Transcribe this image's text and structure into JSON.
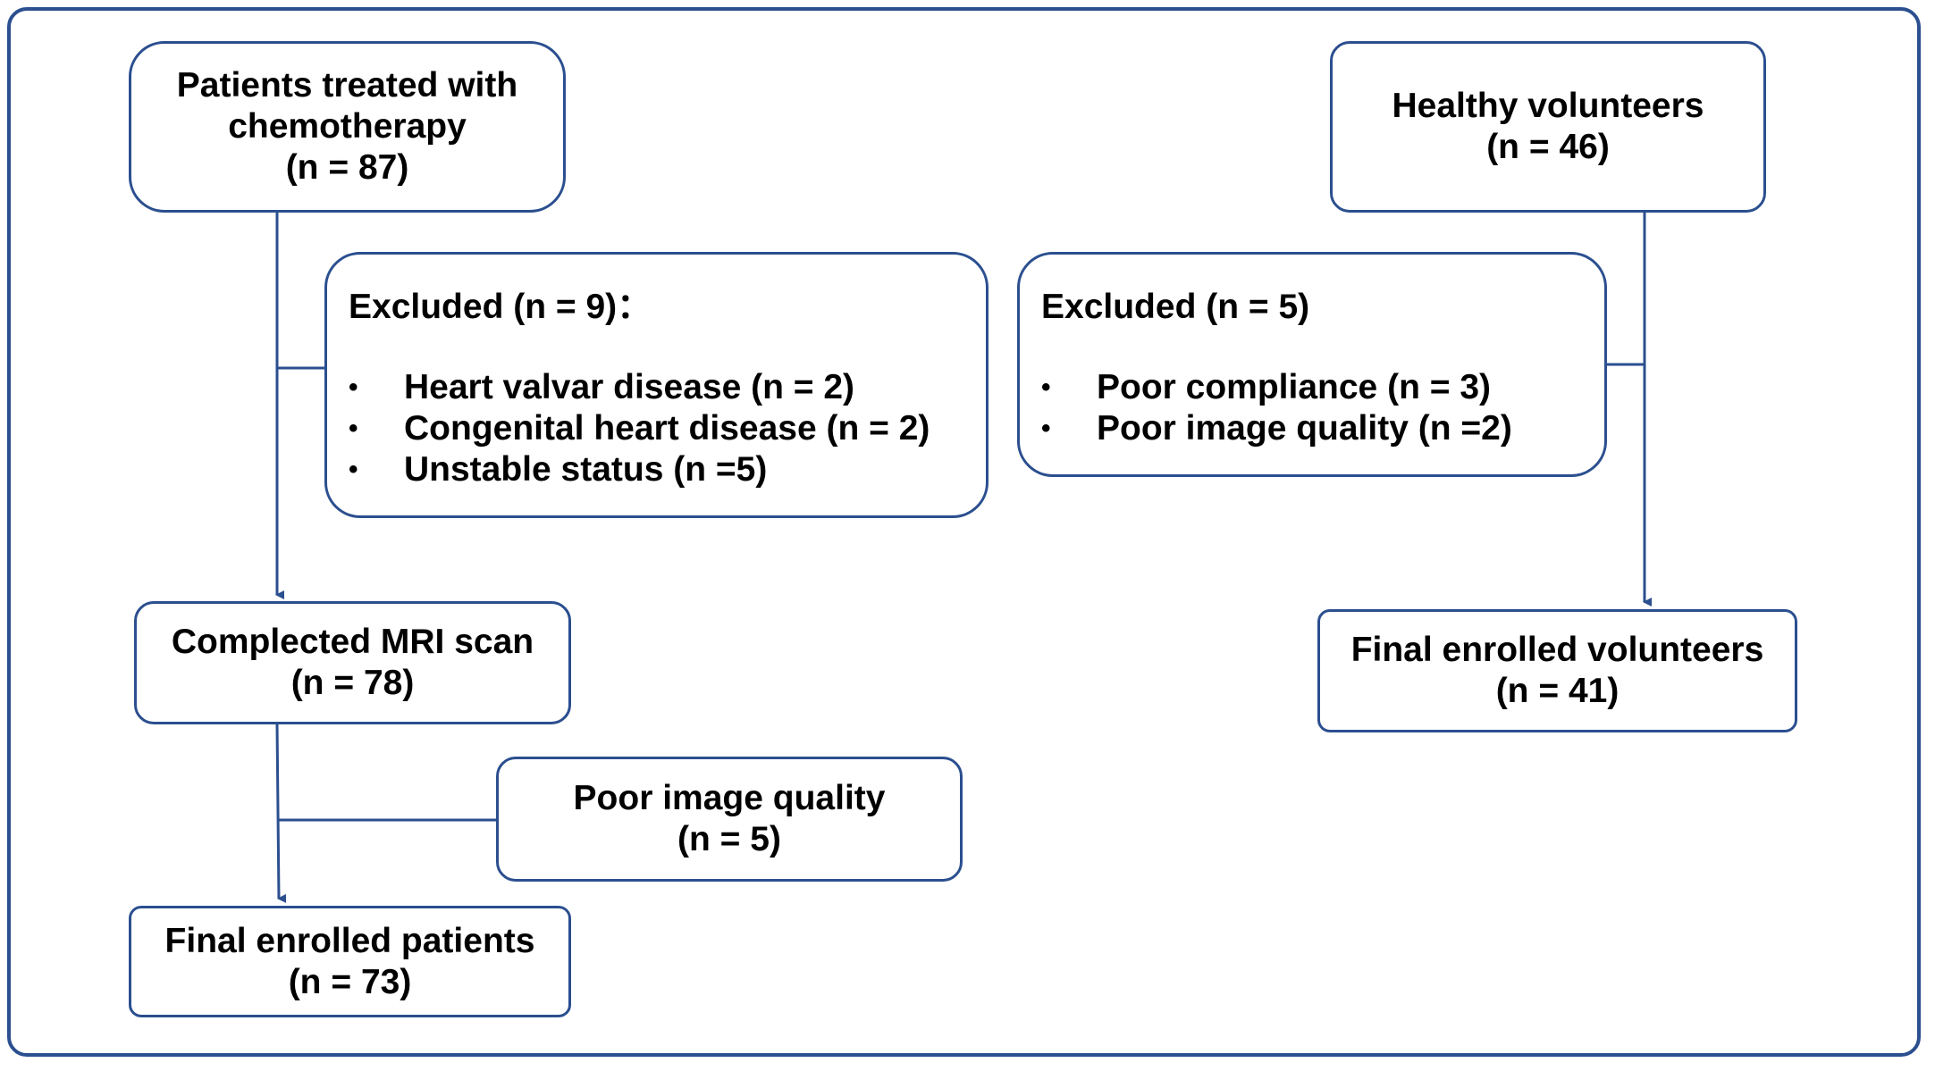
{
  "flow": {
    "patients": {
      "start": [
        "Patients treated with",
        "chemotherapy",
        "(n = 87)"
      ],
      "excluded": {
        "title": "Excluded (n = 9)：",
        "items": [
          "Heart valvar disease (n = 2)",
          "Congenital heart disease  (n = 2)",
          "Unstable status (n =5)"
        ]
      },
      "mri": [
        "Complected MRI scan",
        "(n = 78)"
      ],
      "poor_quality": [
        "Poor image quality",
        "(n = 5)"
      ],
      "final": [
        "Final enrolled patients",
        "(n = 73)"
      ]
    },
    "volunteers": {
      "start": [
        "Healthy volunteers",
        "(n = 46)"
      ],
      "excluded": {
        "title": "Excluded (n = 5)",
        "items": [
          "Poor compliance (n = 3)",
          "Poor image quality  (n =2)"
        ]
      },
      "final": [
        "Final enrolled volunteers",
        "(n = 41)"
      ]
    },
    "bullet_symbol": "•",
    "colors": {
      "border": "#2b4f8f",
      "text": "#000000",
      "background": "#ffffff"
    }
  }
}
